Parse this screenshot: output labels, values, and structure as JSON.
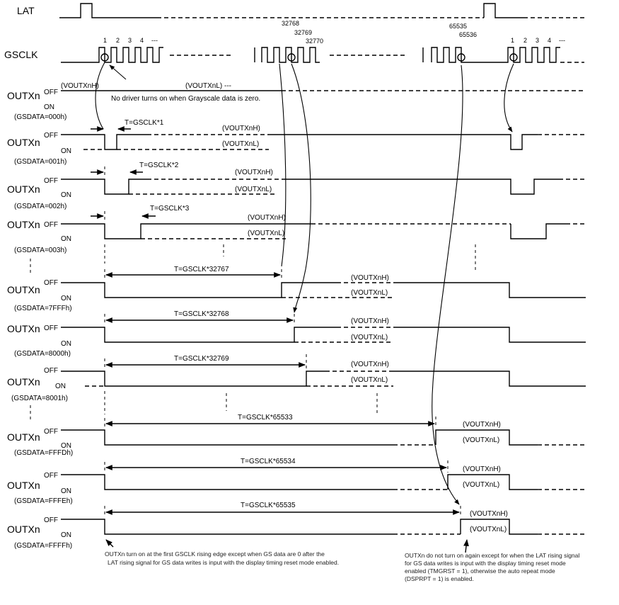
{
  "signals": {
    "lat": "LAT",
    "gsclk": "GSCLK",
    "outxn": "OUTXn",
    "off": "OFF",
    "on": "ON"
  },
  "gsclk_numbers": {
    "n1": "1",
    "n2": "2",
    "n3": "3",
    "n4": "4",
    "n32768": "32768",
    "n32769": "32769",
    "n32770": "32770",
    "n65535": "65535",
    "n65536": "65536",
    "dashes": "---"
  },
  "levels": {
    "vh": "(VOUTXnH)",
    "vl": "(VOUTXnL)",
    "vl_row0": "(VOUTXnL) ---"
  },
  "rows": [
    {
      "gsdata": "(GSDATA=000h)",
      "period": ""
    },
    {
      "gsdata": "(GSDATA=001h)",
      "period": "T=GSCLK*1"
    },
    {
      "gsdata": "(GSDATA=002h)",
      "period": "T=GSCLK*2"
    },
    {
      "gsdata": "(GSDATA=003h)",
      "period": "T=GSCLK*3"
    },
    {
      "gsdata": "(GSDATA=7FFFh)",
      "period": "T=GSCLK*32767"
    },
    {
      "gsdata": "(GSDATA=8000h)",
      "period": "T=GSCLK*32768"
    },
    {
      "gsdata": "(GSDATA=8001h)",
      "period": "T=GSCLK*32769"
    },
    {
      "gsdata": "(GSDATA=FFFDh)",
      "period": "T=GSCLK*65533"
    },
    {
      "gsdata": "(GSDATA=FFFEh)",
      "period": "T=GSCLK*65534"
    },
    {
      "gsdata": "(GSDATA=FFFFh)",
      "period": "T=GSCLK*65535"
    }
  ],
  "notes": {
    "zero": "No driver turns on when Grayscale data is zero.",
    "first_line1": "OUTXn turn on at the first GSCLK rising edge except when GS data are 0 after the",
    "first_line2": "LAT rising signal for GS data writes is input with the display timing reset mode enabled.",
    "repeat_line1": "OUTXn do not turn on again except for when the LAT rising signal",
    "repeat_line2": "for GS data writes is input with the display timing reset mode",
    "repeat_line3": "enabled (TMGRST = 1), otherwise the auto repeat mode",
    "repeat_line4": "(DSPRPT = 1) is enabled."
  }
}
